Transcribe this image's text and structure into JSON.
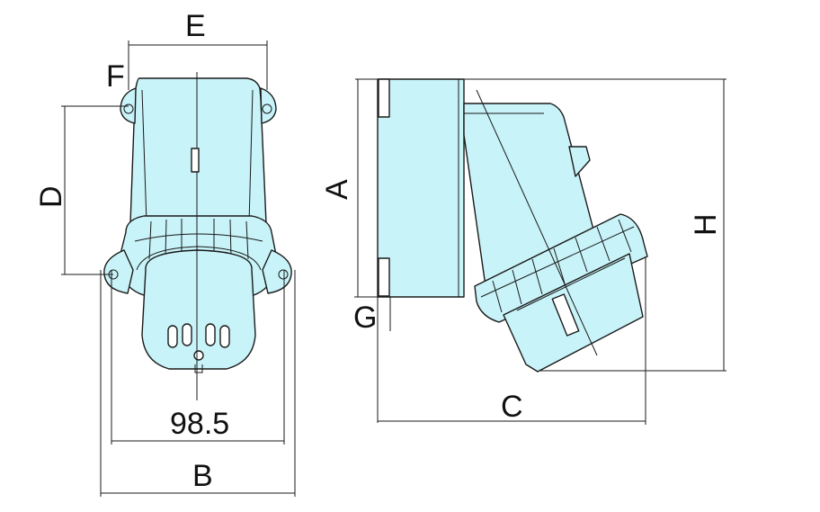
{
  "drawing": {
    "fill_color": "#c8f3f8",
    "line_color": "#1a1a1a",
    "labels": {
      "E": "E",
      "F": "F",
      "D": "D",
      "width_value": "98.5",
      "B": "B",
      "A": "A",
      "G": "G",
      "H": "H",
      "C": "C"
    }
  }
}
